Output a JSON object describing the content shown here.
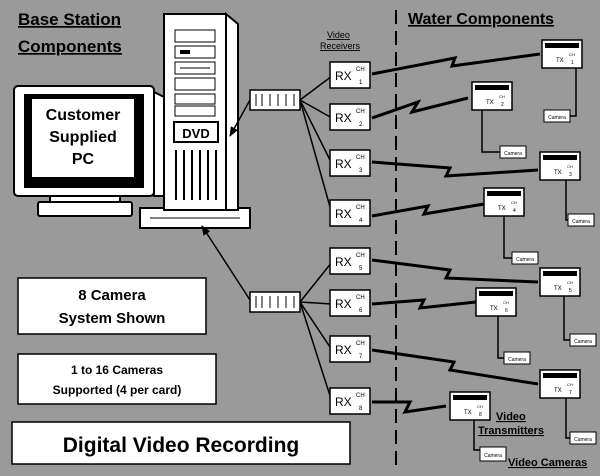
{
  "headings": {
    "base_line1": "Base Station",
    "base_line2": "Components",
    "water": "Water Components",
    "video_receivers_line1": "Video",
    "video_receivers_line2": "Receivers",
    "video_transmitters_line1": "Video",
    "video_transmitters_line2": "Transmitters",
    "video_cameras": "Video Cameras"
  },
  "pc": {
    "line1": "Customer",
    "line2": "Supplied",
    "line3": "PC",
    "dvd": "DVD"
  },
  "info": {
    "system_line1": "8 Camera",
    "system_line2": "System Shown",
    "support_line1": "1 to 16 Cameras",
    "support_line2": "Supported (4 per card)",
    "title": "Digital Video Recording"
  },
  "receivers": [
    {
      "rx": "RX",
      "ch": "CH",
      "num": "1"
    },
    {
      "rx": "RX",
      "ch": "CH",
      "num": "2"
    },
    {
      "rx": "RX",
      "ch": "CH",
      "num": "3"
    },
    {
      "rx": "RX",
      "ch": "CH",
      "num": "4"
    },
    {
      "rx": "RX",
      "ch": "CH",
      "num": "5"
    },
    {
      "rx": "RX",
      "ch": "CH",
      "num": "6"
    },
    {
      "rx": "RX",
      "ch": "CH",
      "num": "7"
    },
    {
      "rx": "RX",
      "ch": "CH",
      "num": "8"
    }
  ],
  "transmitters": [
    {
      "tx": "TX",
      "ch": "CH",
      "num": "1",
      "camera": "Camera"
    },
    {
      "tx": "TX",
      "ch": "CH",
      "num": "2",
      "camera": "Camera"
    },
    {
      "tx": "TX",
      "ch": "CH",
      "num": "3",
      "camera": "Camera"
    },
    {
      "tx": "TX",
      "ch": "CH",
      "num": "4",
      "camera": "Camera"
    },
    {
      "tx": "TX",
      "ch": "CH",
      "num": "5",
      "camera": "Camera"
    },
    {
      "tx": "TX",
      "ch": "CH",
      "num": "6",
      "camera": "Camera"
    },
    {
      "tx": "TX",
      "ch": "CH",
      "num": "7",
      "camera": "Camera"
    },
    {
      "tx": "TX",
      "ch": "CH",
      "num": "8",
      "camera": "Camera"
    }
  ]
}
